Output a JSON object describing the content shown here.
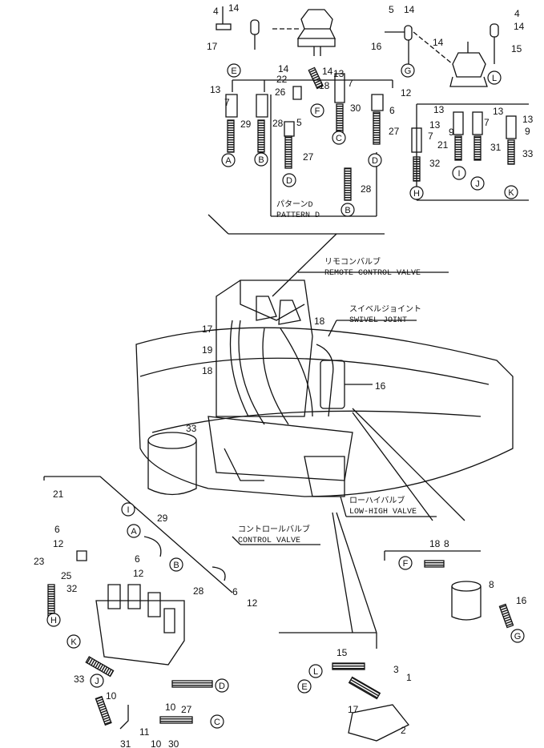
{
  "captions": {
    "pattern_d_ja": "パターンD",
    "pattern_d_en": "PATTERN D",
    "remote_valve_ja": "リモコンバルブ",
    "remote_valve_en": "REMOTE CONTROL VALVE",
    "swivel_ja": "スイベルジョイント",
    "swivel_en": "SWIVEL JOINT",
    "lowhigh_ja": "ローハイバルブ",
    "lowhigh_en": "LOW-HIGH VALVE",
    "control_ja": "コントロールバルブ",
    "control_en": "CONTROL VALVE"
  },
  "callouts": [
    {
      "id": "tl-4",
      "text": "4"
    },
    {
      "id": "tl-14a",
      "text": "14"
    },
    {
      "id": "tl-17",
      "text": "17"
    },
    {
      "id": "tl-14b",
      "text": "14"
    },
    {
      "id": "tl-22",
      "text": "22"
    },
    {
      "id": "tl-26",
      "text": "26"
    },
    {
      "id": "tl-18",
      "text": "18"
    },
    {
      "id": "tl-14c",
      "text": "14"
    },
    {
      "id": "tl-13a",
      "text": "13"
    },
    {
      "id": "tl-7a",
      "text": "7"
    },
    {
      "id": "tl-12",
      "text": "12"
    },
    {
      "id": "tl-13b",
      "text": "13"
    },
    {
      "id": "tl-7b",
      "text": "7"
    },
    {
      "id": "tl-5",
      "text": "5"
    },
    {
      "id": "tl-30",
      "text": "30"
    },
    {
      "id": "tl-6",
      "text": "6"
    },
    {
      "id": "tl-29",
      "text": "29"
    },
    {
      "id": "tl-28a",
      "text": "28"
    },
    {
      "id": "tl-27a",
      "text": "27"
    },
    {
      "id": "tl-27b",
      "text": "27"
    },
    {
      "id": "tl-28b",
      "text": "28"
    },
    {
      "id": "tr-5",
      "text": "5"
    },
    {
      "id": "tr-14a",
      "text": "14"
    },
    {
      "id": "tr-16",
      "text": "16"
    },
    {
      "id": "tr-14b",
      "text": "14"
    },
    {
      "id": "tr-4",
      "text": "4"
    },
    {
      "id": "tr-14c",
      "text": "14"
    },
    {
      "id": "tr-15",
      "text": "15"
    },
    {
      "id": "tr-13a",
      "text": "13"
    },
    {
      "id": "tr-13b",
      "text": "13"
    },
    {
      "id": "tr-7a",
      "text": "7"
    },
    {
      "id": "tr-13c",
      "text": "13"
    },
    {
      "id": "tr-13d",
      "text": "13"
    },
    {
      "id": "tr-7b",
      "text": "7"
    },
    {
      "id": "tr-9a",
      "text": "9"
    },
    {
      "id": "tr-9b",
      "text": "9"
    },
    {
      "id": "tr-21",
      "text": "21"
    },
    {
      "id": "tr-31",
      "text": "31"
    },
    {
      "id": "tr-33",
      "text": "33"
    },
    {
      "id": "tr-32",
      "text": "32"
    },
    {
      "id": "md-17",
      "text": "17"
    },
    {
      "id": "md-18a",
      "text": "18"
    },
    {
      "id": "md-19",
      "text": "19"
    },
    {
      "id": "md-18b",
      "text": "18"
    },
    {
      "id": "md-16",
      "text": "16"
    },
    {
      "id": "md-33",
      "text": "33"
    },
    {
      "id": "bl-21",
      "text": "21"
    },
    {
      "id": "bl-29",
      "text": "29"
    },
    {
      "id": "bl-6a",
      "text": "6"
    },
    {
      "id": "bl-12a",
      "text": "12"
    },
    {
      "id": "bl-6b",
      "text": "6"
    },
    {
      "id": "bl-12b",
      "text": "12"
    },
    {
      "id": "bl-23",
      "text": "23"
    },
    {
      "id": "bl-25",
      "text": "25"
    },
    {
      "id": "bl-32",
      "text": "32"
    },
    {
      "id": "bl-28",
      "text": "28"
    },
    {
      "id": "bl-6c",
      "text": "6"
    },
    {
      "id": "bl-12c",
      "text": "12"
    },
    {
      "id": "bl-33",
      "text": "33"
    },
    {
      "id": "bl-10a",
      "text": "10"
    },
    {
      "id": "bl-10b",
      "text": "10"
    },
    {
      "id": "bl-27",
      "text": "27"
    },
    {
      "id": "bl-31",
      "text": "31"
    },
    {
      "id": "bl-11",
      "text": "11"
    },
    {
      "id": "bl-10c",
      "text": "10"
    },
    {
      "id": "bl-30",
      "text": "30"
    },
    {
      "id": "br-18",
      "text": "18"
    },
    {
      "id": "br-8a",
      "text": "8"
    },
    {
      "id": "br-8b",
      "text": "8"
    },
    {
      "id": "br-16",
      "text": "16"
    },
    {
      "id": "bc-15",
      "text": "15"
    },
    {
      "id": "bc-3",
      "text": "3"
    },
    {
      "id": "bc-1",
      "text": "1"
    },
    {
      "id": "bc-17",
      "text": "17"
    },
    {
      "id": "bc-2",
      "text": "2"
    }
  ],
  "connectors": [
    {
      "id": "tl-A",
      "text": "A"
    },
    {
      "id": "tl-B1",
      "text": "B"
    },
    {
      "id": "tl-D1",
      "text": "D"
    },
    {
      "id": "tl-B2",
      "text": "B"
    },
    {
      "id": "tl-C",
      "text": "C"
    },
    {
      "id": "tl-D2",
      "text": "D"
    },
    {
      "id": "tl-E",
      "text": "E"
    },
    {
      "id": "tl-F",
      "text": "F"
    },
    {
      "id": "tl-G",
      "text": "G"
    },
    {
      "id": "tr-L",
      "text": "L"
    },
    {
      "id": "tr-H",
      "text": "H"
    },
    {
      "id": "tr-I",
      "text": "I"
    },
    {
      "id": "tr-J",
      "text": "J"
    },
    {
      "id": "tr-K",
      "text": "K"
    },
    {
      "id": "bl-A",
      "text": "A"
    },
    {
      "id": "bl-B",
      "text": "B"
    },
    {
      "id": "bl-I",
      "text": "I"
    },
    {
      "id": "bl-H",
      "text": "H"
    },
    {
      "id": "bl-K",
      "text": "K"
    },
    {
      "id": "bl-J",
      "text": "J"
    },
    {
      "id": "bl-D",
      "text": "D"
    },
    {
      "id": "bl-C",
      "text": "C"
    },
    {
      "id": "br-F",
      "text": "F"
    },
    {
      "id": "br-G",
      "text": "G"
    },
    {
      "id": "bc-L",
      "text": "L"
    },
    {
      "id": "bc-E",
      "text": "E"
    }
  ]
}
